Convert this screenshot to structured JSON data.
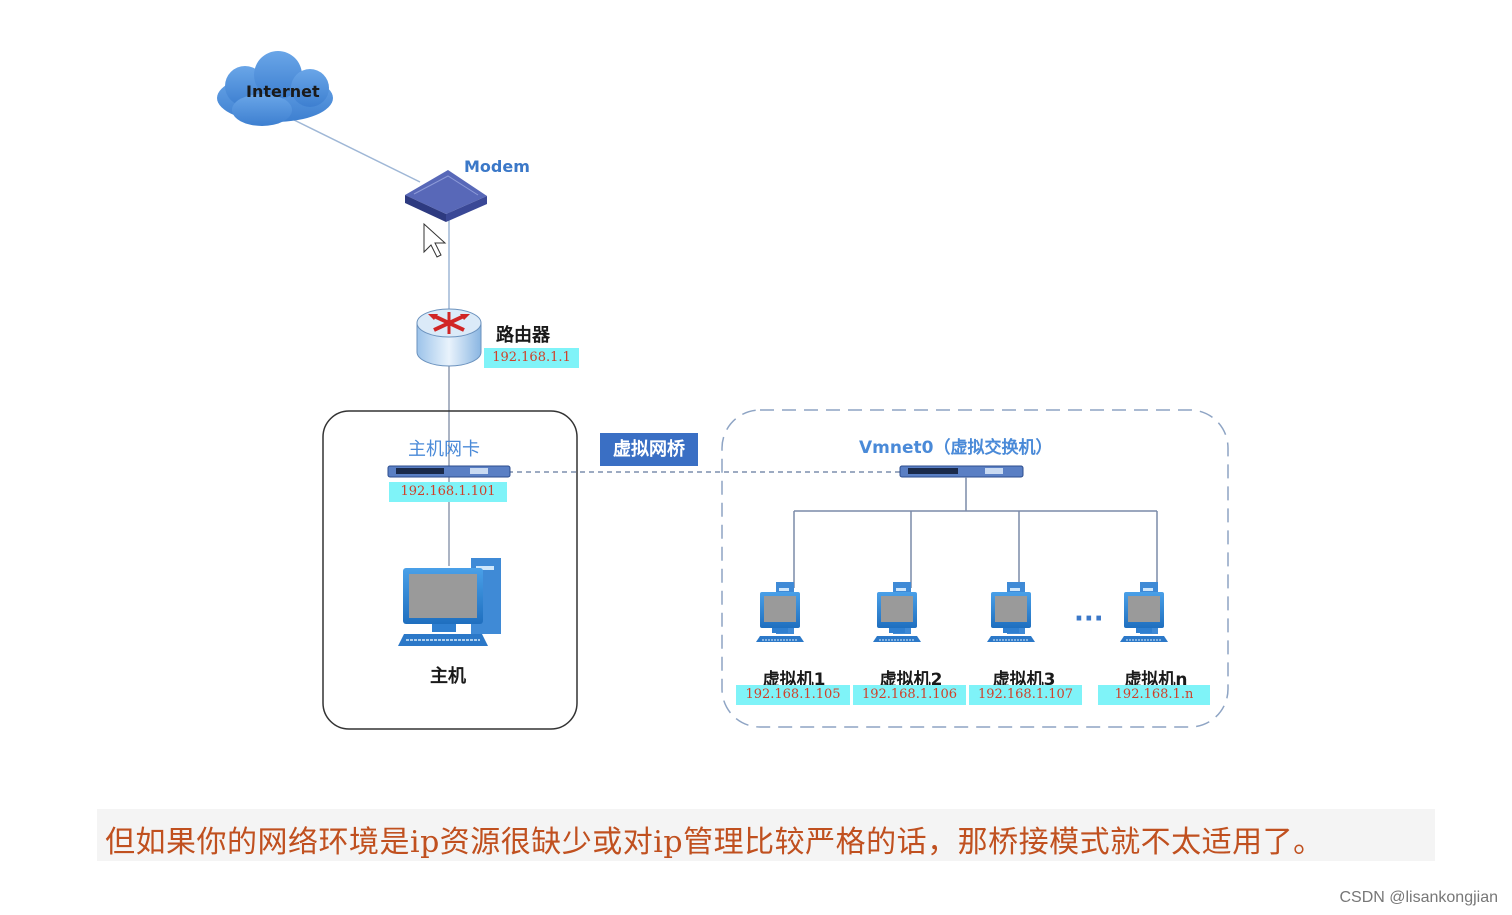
{
  "internet_label": "Internet",
  "modem_label": "Modem",
  "router_label": "路由器",
  "router_ip": "192.168.1.1",
  "host_nic_label": "主机网卡",
  "host_ip": "192.168.1.101",
  "host_label": "主机",
  "bridge_label": "虚拟网桥",
  "vmnet_label": "Vmnet0（虚拟交换机）",
  "ellipsis": "···",
  "vms": [
    {
      "name": "虚拟机1",
      "ip": "192.168.1.105"
    },
    {
      "name": "虚拟机2",
      "ip": "192.168.1.106"
    },
    {
      "name": "虚拟机3",
      "ip": "192.168.1.107"
    },
    {
      "name": "虚拟机n",
      "ip": "192.168.1.n"
    }
  ],
  "subtitle": "但如果你的网络环境是ip资源很缺少或对ip管理比较严格的话，那桥接模式就不太适用了。",
  "watermark": "CSDN @lisankongjian",
  "colors": {
    "ip_bg": "#7ff3f8",
    "ip_text": "#d0402a",
    "bridge_bg": "#3a6fc4",
    "accent_text": "#2b6cb0",
    "subtitle_text": "#c0501f"
  }
}
